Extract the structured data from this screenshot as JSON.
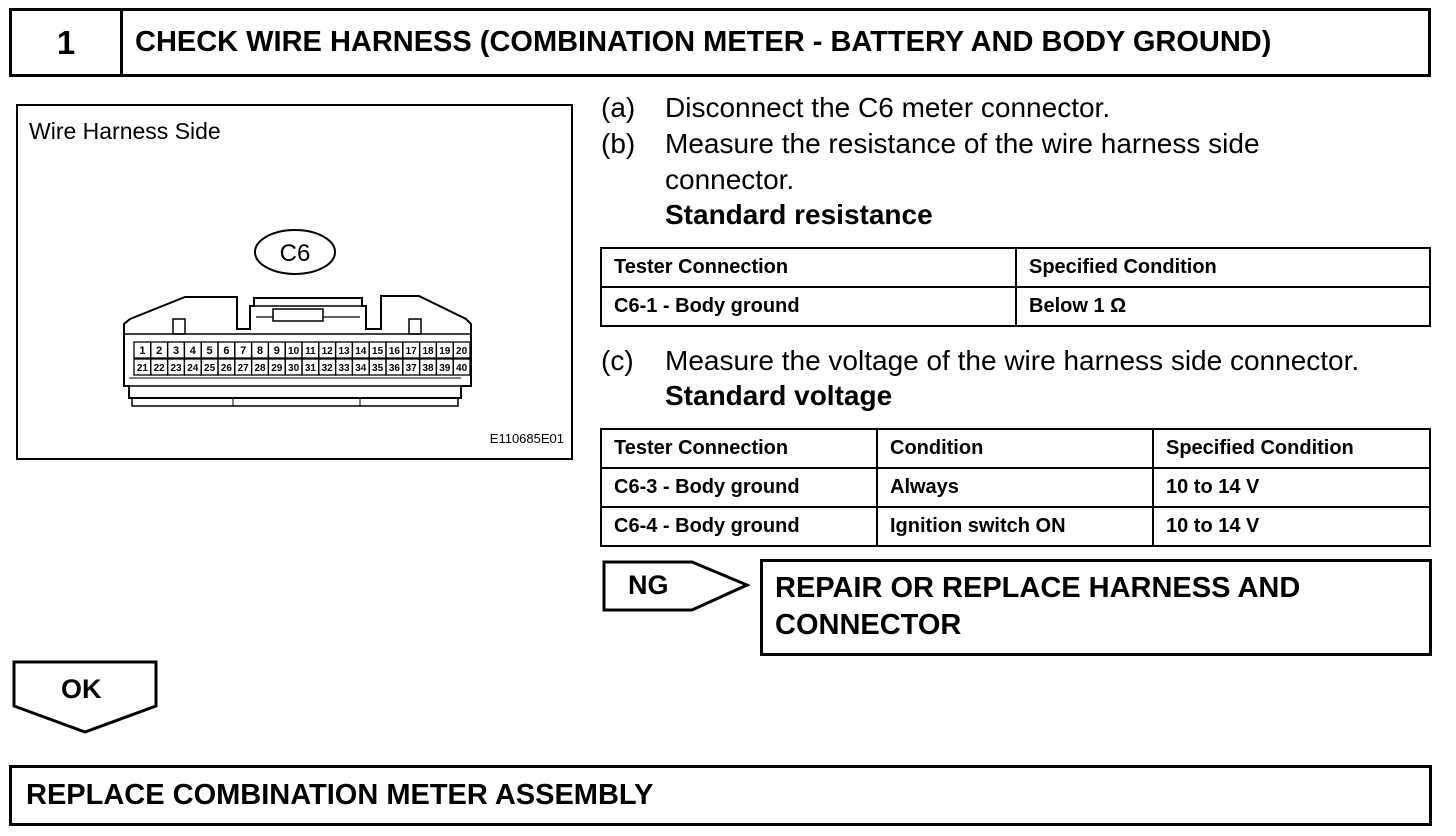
{
  "header": {
    "step_number": "1",
    "title": "CHECK WIRE HARNESS (COMBINATION METER - BATTERY AND BODY GROUND)"
  },
  "figure": {
    "caption": "Wire Harness Side",
    "connector_label": "C6",
    "pins_top": [
      "1",
      "2",
      "3",
      "4",
      "5",
      "6",
      "7",
      "8",
      "9",
      "10",
      "11",
      "12",
      "13",
      "14",
      "15",
      "16",
      "17",
      "18",
      "19",
      "20"
    ],
    "pins_bottom": [
      "21",
      "22",
      "23",
      "24",
      "25",
      "26",
      "27",
      "28",
      "29",
      "30",
      "31",
      "32",
      "33",
      "34",
      "35",
      "36",
      "37",
      "38",
      "39",
      "40"
    ],
    "code": "E110685E01"
  },
  "steps": [
    {
      "letter": "(a)",
      "lines": [
        "Disconnect the C6 meter connector."
      ]
    },
    {
      "letter": "(b)",
      "lines": [
        "Measure the resistance of the wire harness side",
        "connector."
      ]
    },
    {
      "letter": "(c)",
      "lines": [
        "Measure the voltage of the wire harness side connector."
      ]
    }
  ],
  "resistance": {
    "heading": "Standard resistance",
    "headers": [
      "Tester Connection",
      "Specified Condition"
    ],
    "rows": [
      [
        "C6-1 - Body ground",
        "Below 1 Ω"
      ]
    ]
  },
  "voltage": {
    "heading": "Standard voltage",
    "headers": [
      "Tester Connection",
      "Condition",
      "Specified Condition"
    ],
    "rows": [
      [
        "C6-3 - Body ground",
        "Always",
        "10 to 14 V"
      ],
      [
        "C6-4 - Body ground",
        "Ignition switch ON",
        "10 to 14 V"
      ]
    ]
  },
  "ng": {
    "label": "NG",
    "result_lines": [
      "REPAIR OR REPLACE HARNESS AND",
      "CONNECTOR"
    ]
  },
  "ok": {
    "label": "OK"
  },
  "final_step": "REPLACE COMBINATION METER ASSEMBLY"
}
